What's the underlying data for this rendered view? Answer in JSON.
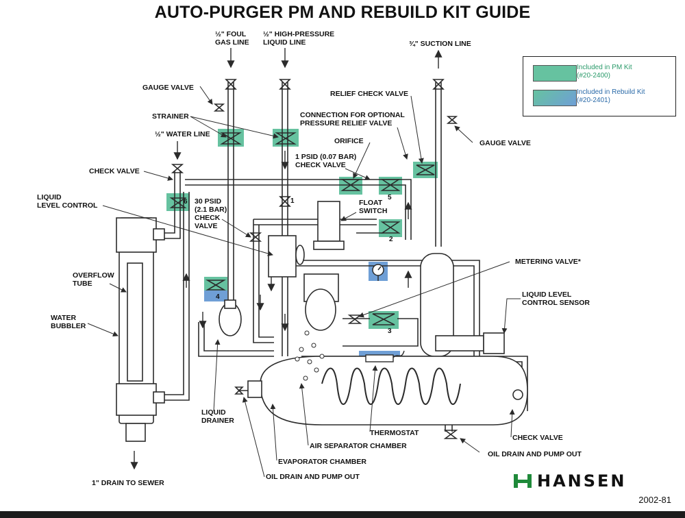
{
  "title": "AUTO-PURGER PM AND REBUILD KIT GUIDE",
  "labels": {
    "foul_gas": "½\" FOUL\nGAS LINE",
    "high_pressure": "½\" HIGH-PRESSURE\nLIQUID LINE",
    "suction": "¾\" SUCTION LINE",
    "gauge_valve_left": "GAUGE VALVE",
    "relief_check": "RELIEF CHECK VALVE",
    "strainer": "STRAINER",
    "connection_optional": "CONNECTION FOR OPTIONAL\nPRESSURE RELIEF VALVE",
    "water_line": "½\" WATER LINE",
    "orifice": "ORIFICE",
    "gauge_valve_right": "GAUGE VALVE",
    "check_1psid": "1 PSID (0.07 BAR)\nCHECK VALVE",
    "check_valve_left": "CHECK VALVE",
    "liquid_level_control": "LIQUID\nLEVEL CONTROL",
    "psid30": "30 PSID\n(2.1 BAR)\nCHECK\nVALVE",
    "float_switch": "FLOAT\nSWITCH",
    "metering": "METERING VALVE*",
    "overflow": "OVERFLOW\nTUBE",
    "liquid_level_sensor": "LIQUID LEVEL\nCONTROL SENSOR",
    "water_bubbler": "WATER\nBUBBLER",
    "liquid_drainer": "LIQUID\nDRAINER",
    "thermostat": "THERMOSTAT",
    "check_valve_bottom": "CHECK VALVE",
    "air_separator": "AIR SEPARATOR CHAMBER",
    "oil_drain_right": "OIL DRAIN AND PUMP OUT",
    "evaporator": "EVAPORATOR CHAMBER",
    "oil_drain_bottom": "OIL DRAIN AND PUMP OUT",
    "drain_sewer": "1\" DRAIN TO SEWER"
  },
  "numbers": [
    "1",
    "2",
    "3",
    "4",
    "5",
    "6"
  ],
  "legend": {
    "pm_kit": "Included in PM Kit\n(#20-2400)",
    "rebuild_kit": "Included in Rebuild Kit\n(#20-2401)"
  },
  "brand": "HANSEN",
  "doc_number": "2002-81",
  "colors": {
    "pm_green": "#66c2a0",
    "rebuild_blue": "#6f9fd6",
    "pm_text": "#2a9a6a",
    "rebuild_text": "#2a6aa8",
    "line": "#2b2b2b",
    "logo_green": "#1f8a3a"
  }
}
